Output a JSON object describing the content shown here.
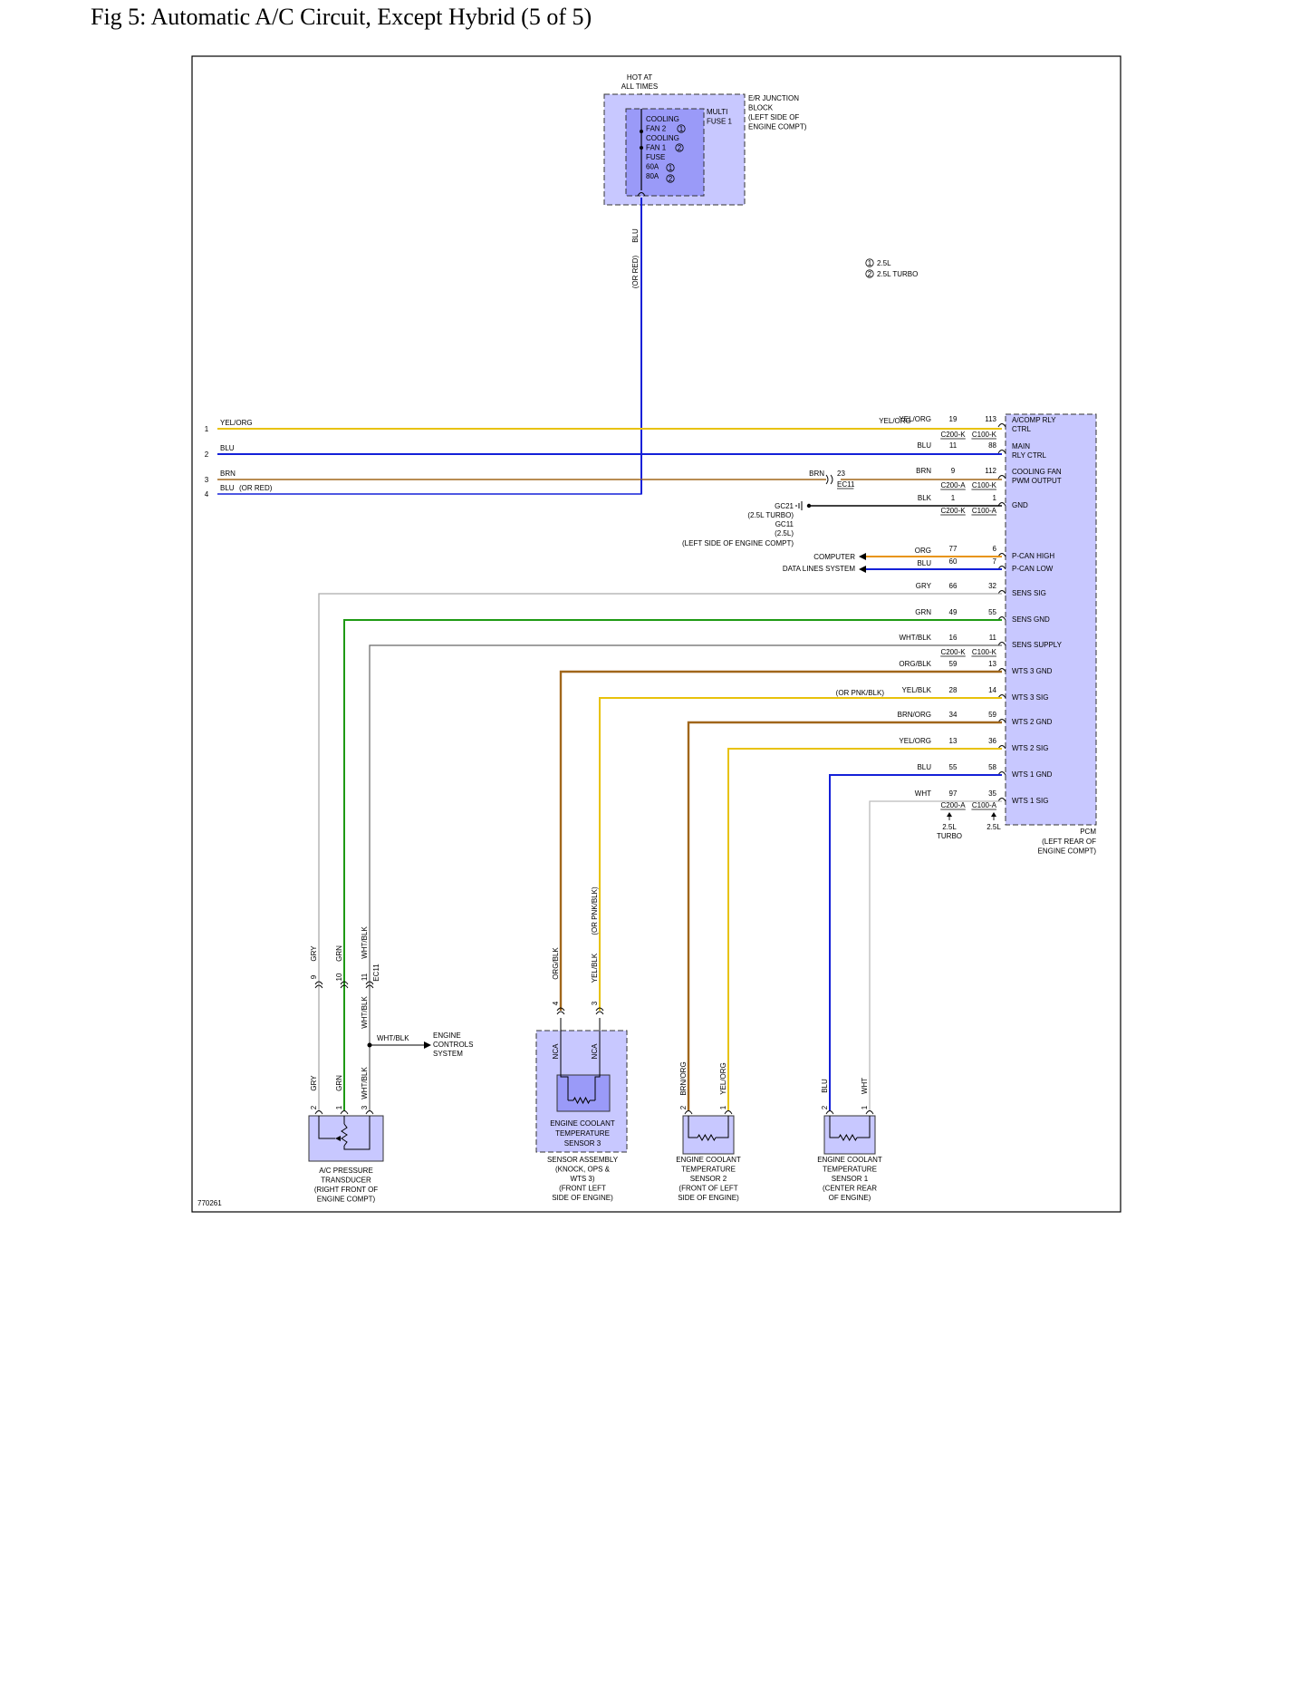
{
  "title": "Fig 5: Automatic A/C Circuit, Except Hybrid (5 of 5)",
  "figure_id": "770261",
  "legend": [
    {
      "mark": "1",
      "text": "2.5L"
    },
    {
      "mark": "2",
      "text": "2.5L TURBO"
    }
  ],
  "power": {
    "hot_line1": "HOT AT",
    "hot_line2": "ALL TIMES",
    "junction_block": [
      "E/R JUNCTION",
      "BLOCK",
      "(LEFT SIDE OF",
      "ENGINE COMPT)"
    ],
    "multi_fuse": [
      "MULTI",
      "FUSE 1"
    ],
    "fuse_lines": [
      "COOLING",
      "FAN 2",
      "COOLING",
      "FAN 1",
      "FUSE",
      "60A",
      "80A"
    ],
    "fuse_marks": [
      "1",
      "2",
      "1",
      "2"
    ],
    "riser_wire": "BLU",
    "riser_alt": "(OR RED)"
  },
  "colors": {
    "YEL": "#e8c20a",
    "BLU": "#1420d8",
    "BRN": "#a0661a",
    "BLK": "#000000",
    "ORG": "#e89410",
    "GRY": "#aaaaaa",
    "GRN": "#1e9a14",
    "WHT": "#bbbbbb",
    "DRK": "#666666",
    "module_fill": "#c8c8ff"
  },
  "left_wires": [
    {
      "num": "1",
      "label": "YEL/ORG",
      "alt": ""
    },
    {
      "num": "2",
      "label": "BLU",
      "alt": ""
    },
    {
      "num": "3",
      "label": "BRN",
      "alt": ""
    },
    {
      "num": "4",
      "label": "BLU",
      "alt": "(OR RED)"
    }
  ],
  "connectors": {
    "c200k": "C200-K",
    "c100k": "C100-K",
    "c200a": "C200-A",
    "c100a": "C100-A",
    "ec11": "EC11"
  },
  "ground": {
    "gc21": "GC21",
    "gc21_note": "(2.5L TURBO)",
    "gc11": "GC11",
    "gc11_note": "(2.5L)",
    "location": "(LEFT SIDE OF ENGINE COMPT)"
  },
  "inline_brn": {
    "label": "BRN",
    "pin": "23"
  },
  "computer_data": [
    "COMPUTER",
    "DATA LINES SYSTEM"
  ],
  "pcm": {
    "name": "PCM",
    "location": [
      "(LEFT REAR OF",
      "ENGINE COMPT)"
    ],
    "pins": [
      {
        "wire": "YEL/ORG",
        "c200": "19",
        "c100": "113",
        "func": [
          "A/COMP RLY",
          "CTRL"
        ]
      },
      {
        "wire": "BLU",
        "c200": "11",
        "c100": "88",
        "func": [
          "MAIN",
          "RLY CTRL"
        ]
      },
      {
        "wire": "BRN",
        "c200": "9",
        "c100": "112",
        "func": [
          "COOLING FAN",
          "PWM OUTPUT"
        ]
      },
      {
        "wire": "BLK",
        "c200": "1",
        "c100": "1",
        "func": [
          "GND"
        ]
      },
      {
        "wire": "ORG",
        "c200": "77",
        "c100": "6",
        "func": [
          "P-CAN HIGH"
        ]
      },
      {
        "wire": "BLU",
        "c200": "60",
        "c100": "7",
        "func": [
          "P-CAN LOW"
        ]
      },
      {
        "wire": "GRY",
        "c200": "66",
        "c100": "32",
        "func": [
          "SENS SIG"
        ]
      },
      {
        "wire": "GRN",
        "c200": "49",
        "c100": "55",
        "func": [
          "SENS GND"
        ]
      },
      {
        "wire": "WHT/BLK",
        "c200": "16",
        "c100": "11",
        "func": [
          "SENS SUPPLY"
        ]
      },
      {
        "wire": "ORG/BLK",
        "c200": "59",
        "c100": "13",
        "func": [
          "WTS 3 GND"
        ]
      },
      {
        "wire": "YEL/BLK",
        "c200": "28",
        "c100": "14",
        "func": [
          "WTS 3 SIG"
        ]
      },
      {
        "wire": "BRN/ORG",
        "c200": "34",
        "c100": "59",
        "func": [
          "WTS 2 GND"
        ]
      },
      {
        "wire": "YEL/ORG",
        "c200": "13",
        "c100": "36",
        "func": [
          "WTS 2 SIG"
        ]
      },
      {
        "wire": "BLU",
        "c200": "55",
        "c100": "58",
        "func": [
          "WTS 1 GND"
        ]
      },
      {
        "wire": "WHT",
        "c200": "97",
        "c100": "35",
        "func": [
          "WTS 1 SIG"
        ]
      }
    ],
    "wts3_sig_alt": "(OR PNK/BLK)",
    "bottom_c200_note": [
      "2.5L",
      "TURBO"
    ],
    "bottom_c100_note": "2.5L"
  },
  "vertical_labels": {
    "gry": "GRY",
    "grn": "GRN",
    "whtblk": "WHT/BLK",
    "orgblk": "ORG/BLK",
    "yelblk": "YEL/BLK",
    "pnkblk": "(OR PNK/BLK)",
    "brnorg": "BRN/ORG",
    "yelorg": "YEL/ORG",
    "blu": "BLU",
    "wht": "WHT",
    "nca": "NCA"
  },
  "inline_pins": {
    "gry": "9",
    "grn": "10",
    "whtblk": "11",
    "orgblk": "4",
    "yelblk": "3"
  },
  "ecs": {
    "wire": "WHT/BLK",
    "label": [
      "ENGINE",
      "CONTROLS",
      "SYSTEM"
    ]
  },
  "components": [
    {
      "pins": [
        "2",
        "1",
        "3"
      ],
      "label": [
        "A/C PRESSURE",
        "TRANSDUCER",
        "(RIGHT FRONT OF",
        "ENGINE COMPT)"
      ]
    },
    {
      "inner": [
        "ENGINE COOLANT",
        "TEMPERATURE",
        "SENSOR 3"
      ],
      "label": [
        "SENSOR ASSEMBLY",
        "(KNOCK, OPS &",
        "WTS 3)",
        "(FRONT LEFT",
        "SIDE OF ENGINE)"
      ]
    },
    {
      "pins": [
        "2",
        "1"
      ],
      "label": [
        "ENGINE COOLANT",
        "TEMPERATURE",
        "SENSOR 2",
        "(FRONT OF LEFT",
        "SIDE OF ENGINE)"
      ]
    },
    {
      "pins": [
        "2",
        "1"
      ],
      "label": [
        "ENGINE COOLANT",
        "TEMPERATURE",
        "SENSOR 1",
        "(CENTER REAR",
        "OF ENGINE)"
      ]
    }
  ]
}
